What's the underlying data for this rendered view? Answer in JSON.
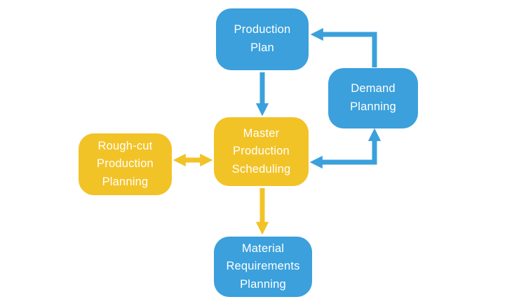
{
  "diagram": {
    "type": "flowchart",
    "colors": {
      "blue": "#3BA0DC",
      "yellow": "#F2C327",
      "text": "#FFFFFF",
      "background": "#FFFFFF"
    },
    "nodes": [
      {
        "id": "production-plan",
        "label": "Production\nPlan",
        "color": "blue"
      },
      {
        "id": "demand-planning",
        "label": "Demand\nPlanning",
        "color": "blue"
      },
      {
        "id": "rough-cut-production-planning",
        "label": "Rough-cut\nProduction\nPlanning",
        "color": "yellow"
      },
      {
        "id": "master-production-scheduling",
        "label": "Master\nProduction\nScheduling",
        "color": "yellow"
      },
      {
        "id": "material-requirements-planning",
        "label": "Material\nRequirements\nPlanning",
        "color": "blue"
      }
    ],
    "edges": [
      {
        "from": "production-plan",
        "to": "master-production-scheduling",
        "color": "blue",
        "style": "straight-down",
        "bidirectional": false
      },
      {
        "from": "demand-planning",
        "to": "production-plan",
        "color": "blue",
        "style": "elbow-up-left",
        "bidirectional": false
      },
      {
        "from": "master-production-scheduling",
        "to": "demand-planning",
        "color": "blue",
        "style": "elbow-right-up",
        "bidirectional": true
      },
      {
        "from": "rough-cut-production-planning",
        "to": "master-production-scheduling",
        "color": "yellow",
        "style": "straight-horizontal",
        "bidirectional": true
      },
      {
        "from": "master-production-scheduling",
        "to": "material-requirements-planning",
        "color": "yellow",
        "style": "straight-down",
        "bidirectional": false
      }
    ]
  }
}
